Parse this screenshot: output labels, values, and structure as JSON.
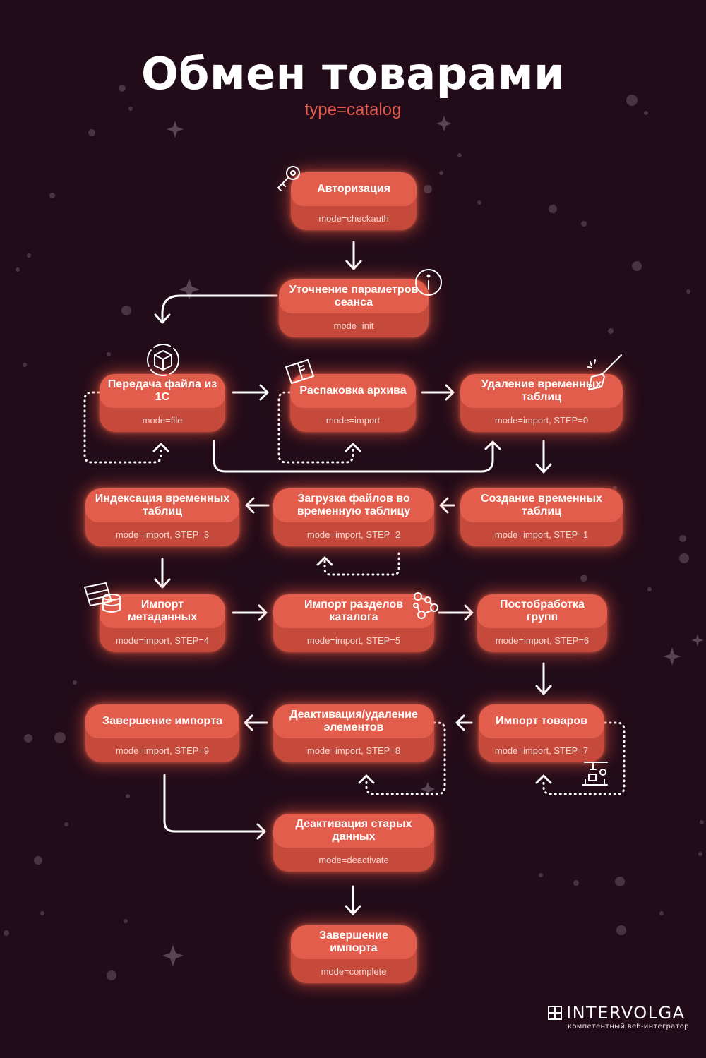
{
  "title": "Обмен товарами",
  "subtitle": "type=catalog",
  "nodes": [
    {
      "id": "auth",
      "title": "Авторизация",
      "mode": "mode=checkauth"
    },
    {
      "id": "init",
      "title": "Уточнение параметров сеанса",
      "mode": "mode=init"
    },
    {
      "id": "file",
      "title": "Передача файла из 1С",
      "mode": "mode=file"
    },
    {
      "id": "unpack",
      "title": "Распаковка архива",
      "mode": "mode=import"
    },
    {
      "id": "del",
      "title": "Удаление временных таблиц",
      "mode": "mode=import, STEP=0"
    },
    {
      "id": "create",
      "title": "Создание временных таблиц",
      "mode": "mode=import, STEP=1"
    },
    {
      "id": "load",
      "title": "Загрузка файлов во временную таблицу",
      "mode": "mode=import, STEP=2"
    },
    {
      "id": "index",
      "title": "Индексация временных таблиц",
      "mode": "mode=import, STEP=3"
    },
    {
      "id": "meta",
      "title": "Импорт метаданных",
      "mode": "mode=import, STEP=4"
    },
    {
      "id": "sections",
      "title": "Импорт разделов каталога",
      "mode": "mode=import, STEP=5"
    },
    {
      "id": "post",
      "title": "Постобработка групп",
      "mode": "mode=import, STEP=6"
    },
    {
      "id": "goods",
      "title": "Импорт товаров",
      "mode": "mode=import, STEP=7"
    },
    {
      "id": "deact",
      "title": "Деактивация/удаление элементов",
      "mode": "mode=import, STEP=8"
    },
    {
      "id": "finish1",
      "title": "Завершение импорта",
      "mode": "mode=import, STEP=9"
    },
    {
      "id": "old",
      "title": "Деактивация старых данных",
      "mode": "mode=deactivate"
    },
    {
      "id": "complete",
      "title": "Завершение импорта",
      "mode": "mode=complete"
    }
  ],
  "brand": {
    "name": "INTERVOLGA",
    "tagline": "компетентный веб-интегратор"
  },
  "colors": {
    "background": "#230c19",
    "node_top": "#e35d4c",
    "node_bottom": "#c64a3c",
    "accent": "#e0594a"
  }
}
